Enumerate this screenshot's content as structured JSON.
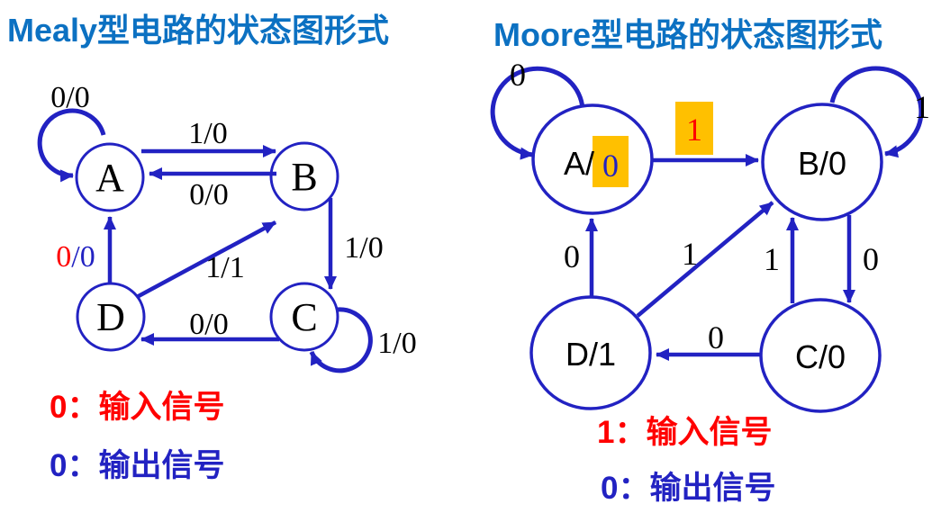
{
  "colors": {
    "line_blue": "#2222C2",
    "title_blue": "#0C71C2",
    "red": "#FF0000",
    "orange": "#FFC000",
    "black": "#000000"
  },
  "mealy": {
    "title": "Mealy型电路的状态图形式",
    "states": {
      "a": "A",
      "b": "B",
      "c": "C",
      "d": "D"
    },
    "edges": {
      "a_self": "0/0",
      "a_to_b": "1/0",
      "b_to_a": "0/0",
      "d_to_a_input": "0",
      "d_to_a_rest": "/0",
      "d_to_b": "1/1",
      "b_to_c": "1/0",
      "c_to_d": "0/0",
      "c_self": "1/0"
    },
    "legend_input": "0：输入信号",
    "legend_output": "0：输出信号"
  },
  "moore": {
    "title": "Moore型电路的状态图形式",
    "states": {
      "a_prefix": "A/",
      "a_output": "0",
      "b": "B/0",
      "c": "C/0",
      "d": "D/1"
    },
    "edges": {
      "a_self": "0",
      "a_to_b": "1",
      "b_self": "1",
      "d_to_a": "0",
      "d_to_b": "1",
      "c_to_b": "1",
      "b_to_c": "0",
      "c_to_d": "0"
    },
    "legend_input": "1：输入信号",
    "legend_output": "0：输出信号"
  }
}
